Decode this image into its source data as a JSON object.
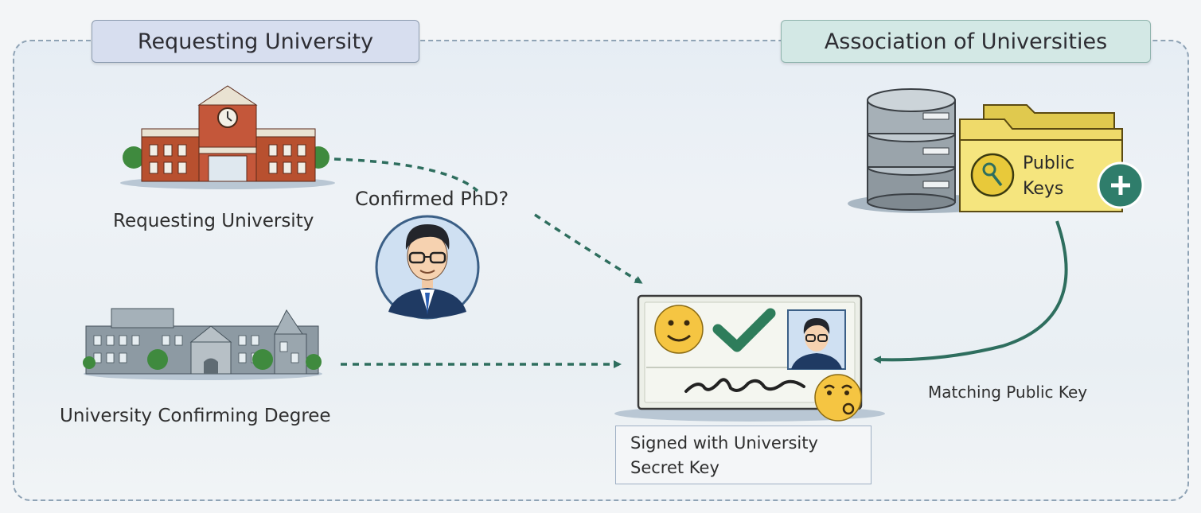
{
  "sections": {
    "left_title": "Requesting University",
    "right_title": "Association of Universities"
  },
  "labels": {
    "requesting_university": "Requesting University",
    "confirming_university": "University Confirming Degree",
    "question": "Confirmed PhD?",
    "matching_key": "Matching Public Key"
  },
  "signature_box": {
    "line1": "Signed with University",
    "line2": "Secret Key"
  },
  "key_folder": {
    "line1": "Public",
    "line2": "Keys"
  },
  "colors": {
    "arrow": "#2e6e5e",
    "folder": "#f2e27a",
    "plus_badge": "#2f7d6b",
    "checkmark": "#2e7d5b",
    "smiley": "#f5c542",
    "left_tag_bg": "#d7deef",
    "right_tag_bg": "#d3e8e5"
  },
  "icons": [
    "university-building-icon",
    "campus-building-icon",
    "person-avatar-icon",
    "database-icon",
    "folder-icon",
    "key-icon",
    "plus-icon",
    "certificate-icon",
    "smiley-icon",
    "checkmark-icon",
    "signature-icon",
    "seal-face-icon"
  ]
}
